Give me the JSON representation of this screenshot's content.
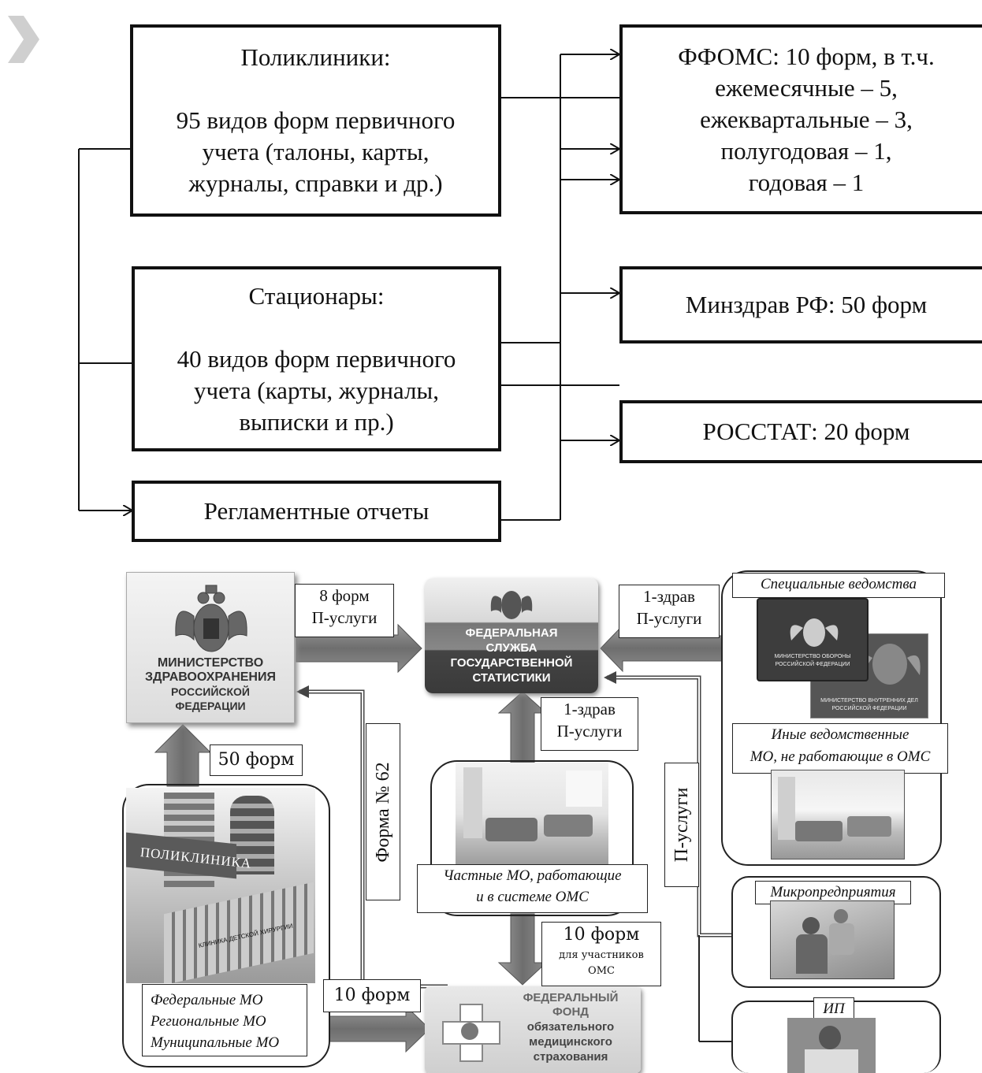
{
  "top": {
    "clinics": {
      "title": "Поликлиники:",
      "lines": [
        "95 видов форм первичного",
        "учета (талоны, карты,",
        "журналы, справки и др.)"
      ]
    },
    "hospitals": {
      "title": "Стационары:",
      "lines": [
        "40 видов форм первичного",
        "учета (карты, журналы,",
        "выписки и пр.)"
      ]
    },
    "reports": {
      "label": "Регламентные отчеты"
    },
    "ffoms": {
      "lines": [
        "ФФОМС: 10 форм, в т.ч.",
        "ежемесячные – 5,",
        "ежеквартальные – 3,",
        "полугодовая  – 1,",
        "годовая – 1"
      ]
    },
    "minzdrav": {
      "label": "Минздрав РФ: 50 форм"
    },
    "rosstat": {
      "label": "РОССТАТ: 20 форм"
    }
  },
  "bottom": {
    "ministry": {
      "lines": [
        "МИНИСТЕРСТВО",
        "ЗДРАВООХРАНЕНИЯ",
        "РОССИЙСКОЙ",
        "ФЕДЕРАЦИИ"
      ]
    },
    "rosstat_emblem": {
      "lines": [
        "ФЕДЕРАЛЬНАЯ",
        "СЛУЖБА",
        "ГОСУДАРСТВЕННОЙ",
        "СТАТИСТИКИ"
      ]
    },
    "ffoms_emblem": {
      "lines": [
        "ФЕДЕРАЛЬНЫЙ",
        "ФОНД",
        "обязательного",
        "медицинского",
        "страхования"
      ]
    },
    "lbl_8forms": {
      "lines": [
        "8 форм",
        "П-услуги"
      ]
    },
    "lbl_1zdrav_right": {
      "lines": [
        "1-здрав",
        "П-услуги"
      ]
    },
    "lbl_1zdrav_mid": {
      "lines": [
        "1-здрав",
        "П-услуги"
      ]
    },
    "lbl_50forms": "50 форм",
    "lbl_form62": "Форма № 62",
    "lbl_pservices_vertical": "П-услуги",
    "lbl_10forms_bottom": "10 форм",
    "lbl_10forms_oms": {
      "big": "10 форм",
      "small1": "для участников",
      "small2": "ОМС"
    },
    "special": "Специальные  ведомства",
    "mod_text": [
      "МИНИСТЕРСТВО ОБОРОНЫ",
      "РОССИЙСКОЙ ФЕДЕРАЦИИ"
    ],
    "mvd_text": [
      "МИНИСТЕРСТВО ВНУТРЕННИХ ДЕЛ",
      "РОССИЙСКОЙ ФЕДЕРАЦИИ"
    ],
    "other_depts": [
      "Иные ведомственные",
      "МО, не работающие в ОМС"
    ],
    "private_mo": [
      "Частные МО, работающие",
      "и в системе  ОМС"
    ],
    "micro": "Микропредприятия",
    "ip": "ИП",
    "fed_mo": [
      "Федеральные МО",
      "Региональные МО",
      "Муниципальные МО"
    ],
    "polyclinic_sign": "ПОЛИКЛИНИКА",
    "hospital_sign": "КЛИНИКА ДЕТСКОЙ ХИРУРГИИ"
  }
}
